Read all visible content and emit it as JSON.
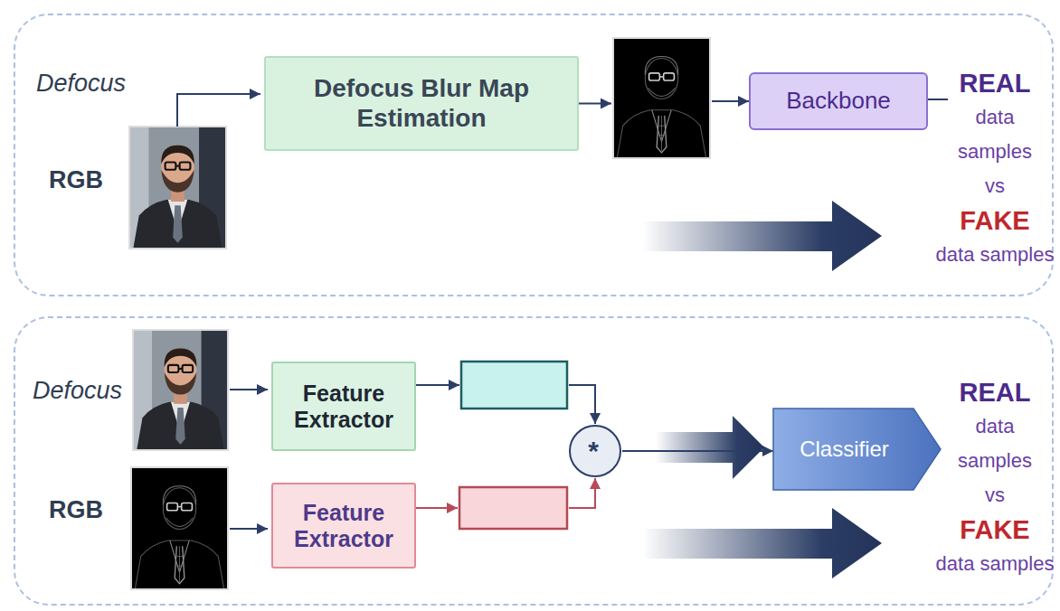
{
  "diagram": {
    "nodes": [
      {
        "text": [
          "Defocus",
          "RGB"
        ]
      },
      {
        "text": [
          "Defocus Blur Map Estimation"
        ],
        "in": 0
      },
      {
        "text": [
          "Backbone"
        ],
        "in": 0
      },
      {
        "text": [
          "Defocus",
          "RGB"
        ]
      },
      {
        "text": [
          "Feature Extractor"
        ],
        "in": 3
      },
      {
        "text": [
          "Feature Extractor"
        ],
        "in": 3
      },
      {
        "text": [
          "*"
        ],
        "in": 3
      },
      {
        "text": [
          "Classifier"
        ],
        "in": 3
      }
    ],
    "edges": [
      {
        "from": 1,
        "to": 2,
        "arrow": "to"
      },
      {
        "from": 4,
        "to": 6,
        "arrow": "to"
      },
      {
        "from": 5,
        "to": 6,
        "arrow": "to"
      },
      {
        "from": 6,
        "to": 7,
        "arrow": "to"
      }
    ],
    "labels": [
      "REAL",
      "data samples",
      "vs",
      "FAKE",
      "data samples",
      "REAL",
      "data samples",
      "vs",
      "FAKE",
      "data samples"
    ]
  }
}
